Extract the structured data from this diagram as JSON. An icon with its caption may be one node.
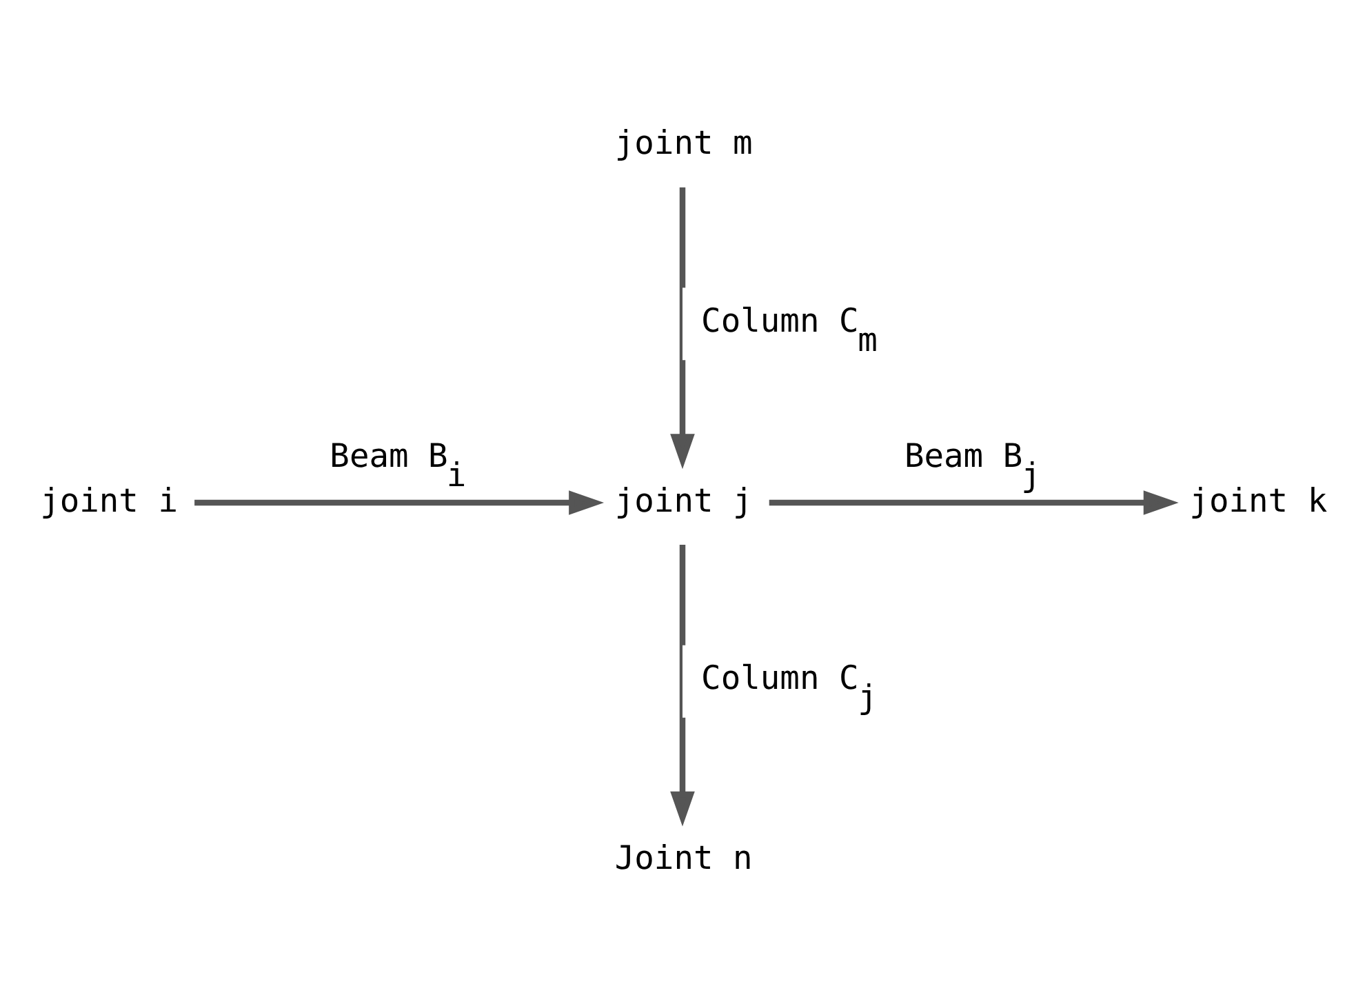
{
  "diagram": {
    "nodes": [
      {
        "text": [
          "joint m"
        ]
      },
      {
        "text": [
          "joint i"
        ]
      },
      {
        "text": [
          "joint j"
        ]
      },
      {
        "text": [
          "joint k"
        ]
      },
      {
        "text": [
          "Joint n"
        ]
      }
    ],
    "edges": [
      {
        "from": 0,
        "to": 2,
        "arrow": "to",
        "label": "Column C$_{m}$"
      },
      {
        "from": 1,
        "to": 2,
        "arrow": "to",
        "label": "Beam B$_{i}$"
      },
      {
        "from": 2,
        "to": 3,
        "arrow": "to",
        "label": "Beam B$_{j}$"
      },
      {
        "from": 2,
        "to": 4,
        "arrow": "to",
        "label": "Column C$_{j}$"
      }
    ]
  }
}
